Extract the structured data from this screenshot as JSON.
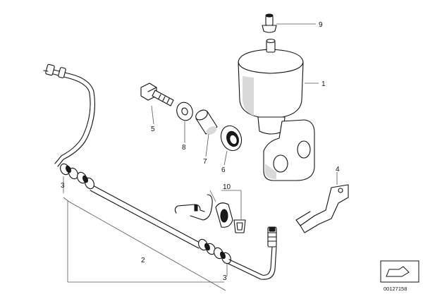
{
  "diagram": {
    "parts": [
      {
        "number": "1"
      },
      {
        "number": "2"
      },
      {
        "number": "3"
      },
      {
        "number": "3"
      },
      {
        "number": "4"
      },
      {
        "number": "5"
      },
      {
        "number": "6"
      },
      {
        "number": "7"
      },
      {
        "number": "8"
      },
      {
        "number": "9"
      },
      {
        "number": "10"
      }
    ],
    "reference_number": "00127158"
  }
}
